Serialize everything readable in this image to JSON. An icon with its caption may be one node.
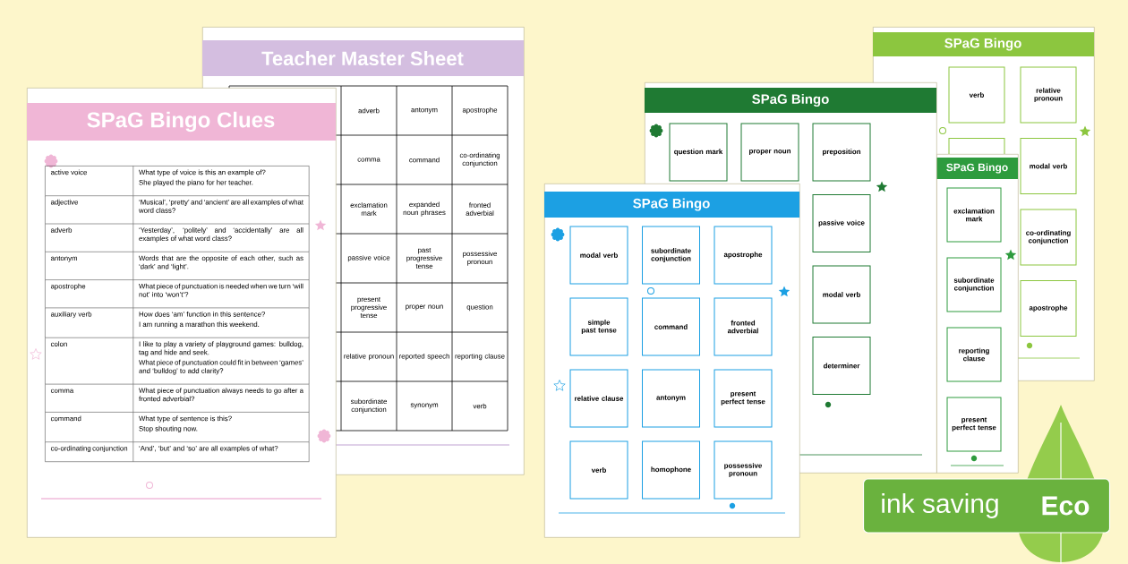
{
  "diagram": {
    "nodes": [
      {
        "text": [
          "SPaG Bingo Clues"
        ]
      },
      {
        "text": [
          "Teacher Master Sheet"
        ]
      },
      {
        "text": [
          "SPaG Bingo"
        ]
      },
      {
        "text": [
          "modal verb"
        ],
        "in": 2
      },
      {
        "text": [
          "subordinate conjunction"
        ]
      },
      {
        "text": [
          "apostrophe"
        ]
      },
      {
        "text": [
          "simple past tense"
        ],
        "in": 2
      },
      {
        "text": [
          "command"
        ]
      },
      {
        "text": [
          "fronted adverbial"
        ]
      },
      {
        "text": [
          "relative clause"
        ],
        "in": 2
      },
      {
        "text": [
          "antonym"
        ]
      },
      {
        "text": [
          "present perfect tense"
        ]
      },
      {
        "text": [
          "verb"
        ],
        "in": 2
      },
      {
        "text": [
          "homophone"
        ],
        "in": 2
      },
      {
        "text": [
          "possessive pronoun"
        ],
        "in": 2
      },
      {
        "text": [
          "SPaG Bingo"
        ]
      },
      {
        "text": [
          "question mark"
        ],
        "in": 15
      },
      {
        "text": [
          "proper noun"
        ],
        "in": 15
      },
      {
        "text": [
          "preposition"
        ],
        "in": 15
      },
      {
        "text": [
          "passive voice"
        ],
        "in": 15
      },
      {
        "text": [
          "modal verb"
        ],
        "in": 15
      },
      {
        "text": [
          "determiner"
        ],
        "in": 15
      },
      {
        "text": [
          "SPaG Bingo"
        ]
      },
      {
        "text": [
          "exclamation mark"
        ]
      },
      {
        "text": [
          "subordinate conjunction"
        ]
      },
      {
        "text": [
          "reporting clause"
        ]
      },
      {
        "text": [
          "present perfect tense"
        ],
        "in": 22
      },
      {
        "text": [
          "SPaG Bingo"
        ]
      },
      {
        "text": [
          "verb"
        ],
        "in": 27
      },
      {
        "text": [
          "relative pronoun"
        ],
        "in": 27
      },
      {
        "text": [],
        "shape": "box",
        "in": 27
      },
      {
        "text": [
          "modal verb"
        ],
        "in": 27
      },
      {
        "text": [
          "co-ordinating conjunction"
        ],
        "in": 27
      },
      {
        "text": [
          "apostrophe"
        ],
        "in": 27
      },
      {
        "text": [
          "ink saving",
          "Eco"
        ]
      }
    ],
    "labels": [
      "active voice",
      "What type of voice is this an example of?",
      "She played the piano for her teacher.",
      "adjective",
      "‘Musical’, ‘pretty’ and ‘ancient’ are all examples of what word class?",
      "adverb",
      "‘Yesterday’, ‘politely’ and ‘accidentally’ are all examples of what word class?",
      "antonym",
      "Words that are the opposite of each other, such as ‘dark’ and ‘light’.",
      "apostrophe",
      "What piece of punctuation is needed when we turn ‘will not’ into ‘won’t’?",
      "auxiliary verb",
      "How does ‘am’ function in this sentence?",
      "I am running a marathon this weekend.",
      "colon",
      "I like to play a variety of playground games: bulldog, tag and hide and seek.",
      "What piece of punctuation could fit in between ‘games’ and ‘bulldog’ to add clarity?",
      "comma",
      "What piece of punctuation always needs to go after a fronted adverbial?",
      "command",
      "What type of sentence is this?",
      "Stop shouting now.",
      "co-ordinating conjunction",
      "‘And’, ‘but’ and ‘so’ are all examples of what?",
      "adverb",
      "antonym",
      "apostrophe",
      "comma",
      "command",
      "co-ordinating conjunction",
      "exclamation mark",
      "expanded noun phrases",
      "fronted adverbial",
      "passive voice",
      "past progressive tense",
      "possessive pronoun",
      "present progressive tense",
      "proper noun",
      "question",
      "relative pronoun",
      "reported speech",
      "reporting clause",
      "subordinate conjunction",
      "synonym",
      "verb"
    ]
  }
}
